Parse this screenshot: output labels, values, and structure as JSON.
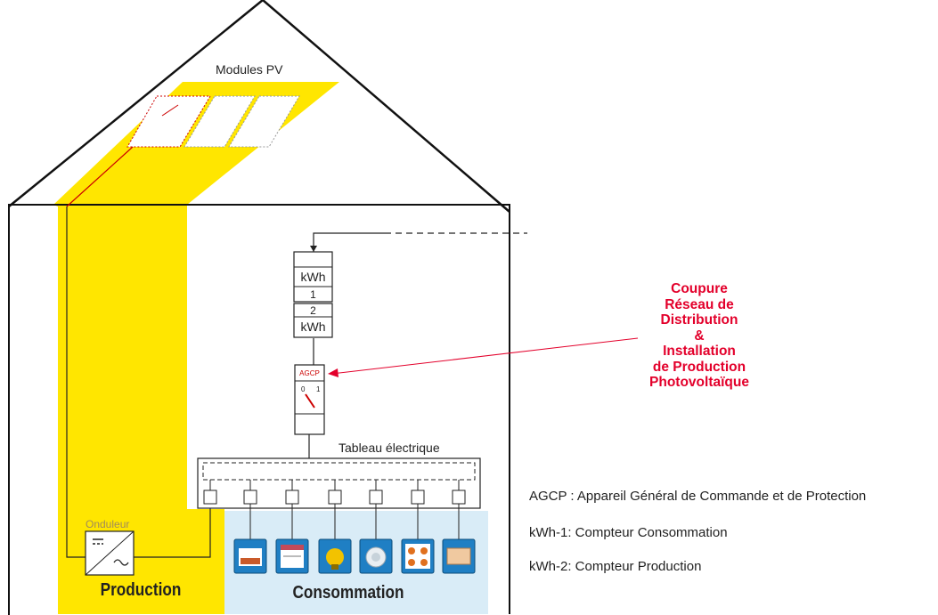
{
  "modules_label": "Modules PV",
  "meter1": {
    "unit": "kWh",
    "number": "1"
  },
  "meter2": {
    "unit": "kWh",
    "number": "2"
  },
  "agcp_label": "AGCP",
  "switch_labels": {
    "off": "0",
    "on": "1"
  },
  "panel_label": "Tableau électrique",
  "inverter_label": "Onduleur",
  "production_label": "Production",
  "consumption_label": "Consommation",
  "callout_lines": [
    "Coupure",
    "Réseau de",
    "Distribution",
    "&",
    "Installation",
    "de Production",
    "Photovoltaïque"
  ],
  "legend": {
    "agcp": "AGCP : Appareil Général de Commande et de Protection",
    "kwh1": "kWh-1: Compteur Consommation",
    "kwh2": "kWh-2: Compteur Production"
  },
  "appliances": [
    "oven-icon",
    "dishwasher-icon",
    "lamp-icon",
    "washing-machine-icon",
    "cooktop-icon",
    "radiator-icon"
  ],
  "colors": {
    "production": "#ffe600",
    "consumption": "#d9ecf7",
    "callout": "#e3002b",
    "wire": "#222222"
  }
}
